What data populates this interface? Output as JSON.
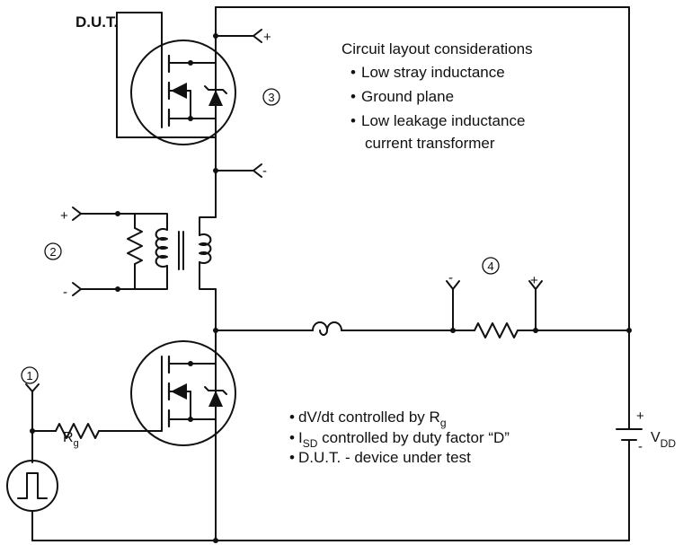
{
  "title": "D.U.T.",
  "markers": {
    "m1": "1",
    "m2": "2",
    "m3": "3",
    "m4": "4"
  },
  "layout_notes": {
    "heading": "Circuit layout considerations",
    "item1": "Low stray inductance",
    "item2": "Ground plane",
    "item3": "Low leakage inductance",
    "item3b": "current transformer"
  },
  "control_notes": {
    "item1": "dV/dt controlled by R",
    "item1_sub": "g",
    "item2_pre": "I",
    "item2_sub": "SD",
    "item2_post": " controlled by duty factor “D”",
    "item3": "D.U.T. - device under test"
  },
  "labels": {
    "rg": "R",
    "rg_sub": "g",
    "vdd": "V",
    "vdd_sub": "DD",
    "plus": "+",
    "minus": "-"
  },
  "colors": {
    "ink": "#111111",
    "background": "#ffffff"
  }
}
